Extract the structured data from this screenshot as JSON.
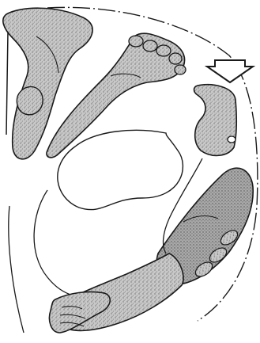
{
  "figure": {
    "colors": {
      "background": "#ffffff",
      "outline": "#1a1a1a",
      "stipple_fill": "#bdbdbd",
      "stipple_dot": "#6e6e6e"
    },
    "parts": [
      "upper-hand",
      "upper-foot",
      "upper-toes",
      "fetal-head",
      "lower-foot",
      "lower-hand",
      "uterine-wall",
      "placenta-outline"
    ],
    "indicator": {
      "icon": "arrow-down-outline-icon"
    }
  }
}
